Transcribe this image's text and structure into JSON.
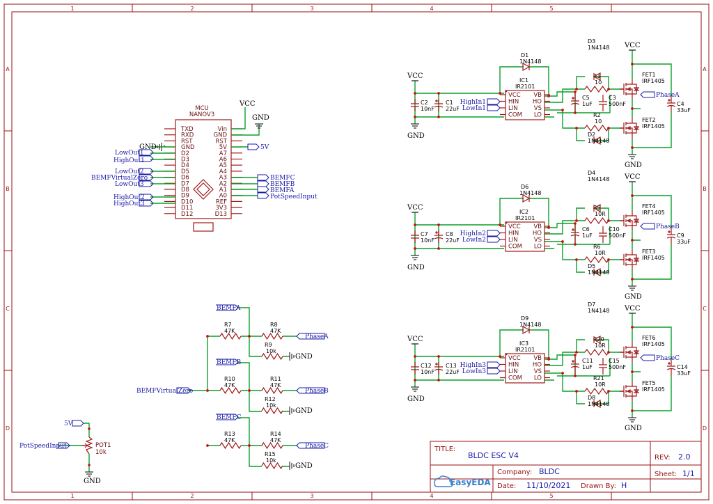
{
  "frame": {
    "columns": [
      "1",
      "2",
      "3",
      "4",
      "5"
    ],
    "rows": [
      "A",
      "B",
      "C",
      "D"
    ]
  },
  "title_block": {
    "title_label": "TITLE:",
    "title": "BLDC ESC V4",
    "rev_label": "REV:",
    "rev": "2.0",
    "company_label": "Company:",
    "company": "BLDC",
    "sheet_label": "Sheet:",
    "sheet": "1/1",
    "date_label": "Date:",
    "date": "11/10/2021",
    "drawn_label": "Drawn By:",
    "drawn": "H",
    "logo": "EasyEDA"
  },
  "mcu": {
    "ref": "MCU",
    "part": "NANOV3",
    "left_pins": [
      "TXD",
      "RXD",
      "RST",
      "GND",
      "D2",
      "D3",
      "D4",
      "D5",
      "D6",
      "D7",
      "D8",
      "D9",
      "D10",
      "D11",
      "D12"
    ],
    "right_pins": [
      "Vin",
      "GND",
      "RST",
      "5V",
      "A7",
      "A6",
      "A5",
      "A4",
      "A3",
      "A2",
      "A1",
      "A0",
      "REF",
      "3V3",
      "D13"
    ],
    "nets_left": [
      "GND",
      "LowOut1",
      "HighOut1",
      "LowOut2",
      "BEMFVirtualZero",
      "LowOut3",
      "HighOut2",
      "HighOut3"
    ],
    "nets_right": [
      "VCC",
      "GND",
      "5V",
      "BEMFC",
      "BEMFB",
      "BEMFA",
      "PotSpeedInput"
    ]
  },
  "stages": [
    {
      "ic": "IC1",
      "ic_part": "IR2101",
      "d_boot": "D1",
      "d_boot_part": "1N4148",
      "c_a": "C2",
      "c_a_val": "10nF",
      "c_b": "C1",
      "c_b_val": "22uF",
      "in_hi": "HighIn1",
      "in_lo": "LowIn1",
      "c_boot": "C5",
      "c_boot_val": "1uF",
      "c_mid": "C3",
      "c_mid_val": "500nF",
      "r_hi": "R1",
      "r_hi_val": "10",
      "r_lo": "R2",
      "r_lo_val": "10",
      "d_hi": "D3",
      "d_hi_part": "1N4148",
      "d_lo": "D2",
      "d_lo_part": "1N4148",
      "fet_hi": "FET1",
      "fet_lo": "FET2",
      "fet_part": "IRF1405",
      "phase": "PhaseA",
      "c_bulk": "C4",
      "c_bulk_val": "33uF"
    },
    {
      "ic": "IC2",
      "ic_part": "IR2101",
      "d_boot": "D6",
      "d_boot_part": "1N4148",
      "c_a": "C7",
      "c_a_val": "10nF",
      "c_b": "C8",
      "c_b_val": "22uF",
      "in_hi": "HighIn2",
      "in_lo": "LowIn2",
      "c_boot": "C6",
      "c_boot_val": "1uF",
      "c_mid": "C10",
      "c_mid_val": "500nF",
      "r_hi": "R5",
      "r_hi_val": "10R",
      "r_lo": "R6",
      "r_lo_val": "10R",
      "d_hi": "D4",
      "d_hi_part": "1N4148",
      "d_lo": "D5",
      "d_lo_part": "1N4148",
      "fet_hi": "FET4",
      "fet_lo": "FET3",
      "fet_part": "IRF1405",
      "phase": "PhaseB",
      "c_bulk": "C9",
      "c_bulk_val": "33uF"
    },
    {
      "ic": "IC3",
      "ic_part": "IR2101",
      "d_boot": "D9",
      "d_boot_part": "1N4148",
      "c_a": "C12",
      "c_a_val": "10nF",
      "c_b": "C13",
      "c_b_val": "22uF",
      "in_hi": "HighIn3",
      "in_lo": "LowIn3",
      "c_boot": "C11",
      "c_boot_val": "1uF",
      "c_mid": "C15",
      "c_mid_val": "500nF",
      "r_hi": "R20",
      "r_hi_val": "10R",
      "r_lo": "R21",
      "r_lo_val": "10R",
      "d_hi": "D7",
      "d_hi_part": "1N4148",
      "d_lo": "D8",
      "d_lo_part": "1N4148",
      "fet_hi": "FET6",
      "fet_lo": "FET5",
      "fet_part": "IRF1405",
      "phase": "PhaseC",
      "c_bulk": "C14",
      "c_bulk_val": "33uF"
    }
  ],
  "ic_pins_left": [
    "VCC",
    "HIN",
    "LIN",
    "COM"
  ],
  "ic_pins_right": [
    "VB",
    "HO",
    "VS",
    "LO"
  ],
  "vcc_label": "VCC",
  "gnd_label": "GND",
  "bemf": {
    "virtual_zero": "BEMFVirtualZero",
    "rows": [
      {
        "net": "BEMFA",
        "r1": "R7",
        "r1_val": "47K",
        "r2": "R8",
        "r2_val": "47K",
        "r3": "R9",
        "r3_val": "10k",
        "phase": "PhaseA"
      },
      {
        "net": "BEMFB",
        "r1": "R10",
        "r1_val": "47K",
        "r2": "R11",
        "r2_val": "47K",
        "r3": "R12",
        "r3_val": "10k",
        "phase": "PhaseB"
      },
      {
        "net": "BEMFC",
        "r1": "R13",
        "r1_val": "47K",
        "r2": "R14",
        "r2_val": "47K",
        "r3": "R15",
        "r3_val": "10k",
        "phase": "PhaseC"
      }
    ]
  },
  "pot": {
    "ref": "POT1",
    "val": "10k",
    "net_5v": "5V",
    "net_out": "PotSpeedInput"
  }
}
